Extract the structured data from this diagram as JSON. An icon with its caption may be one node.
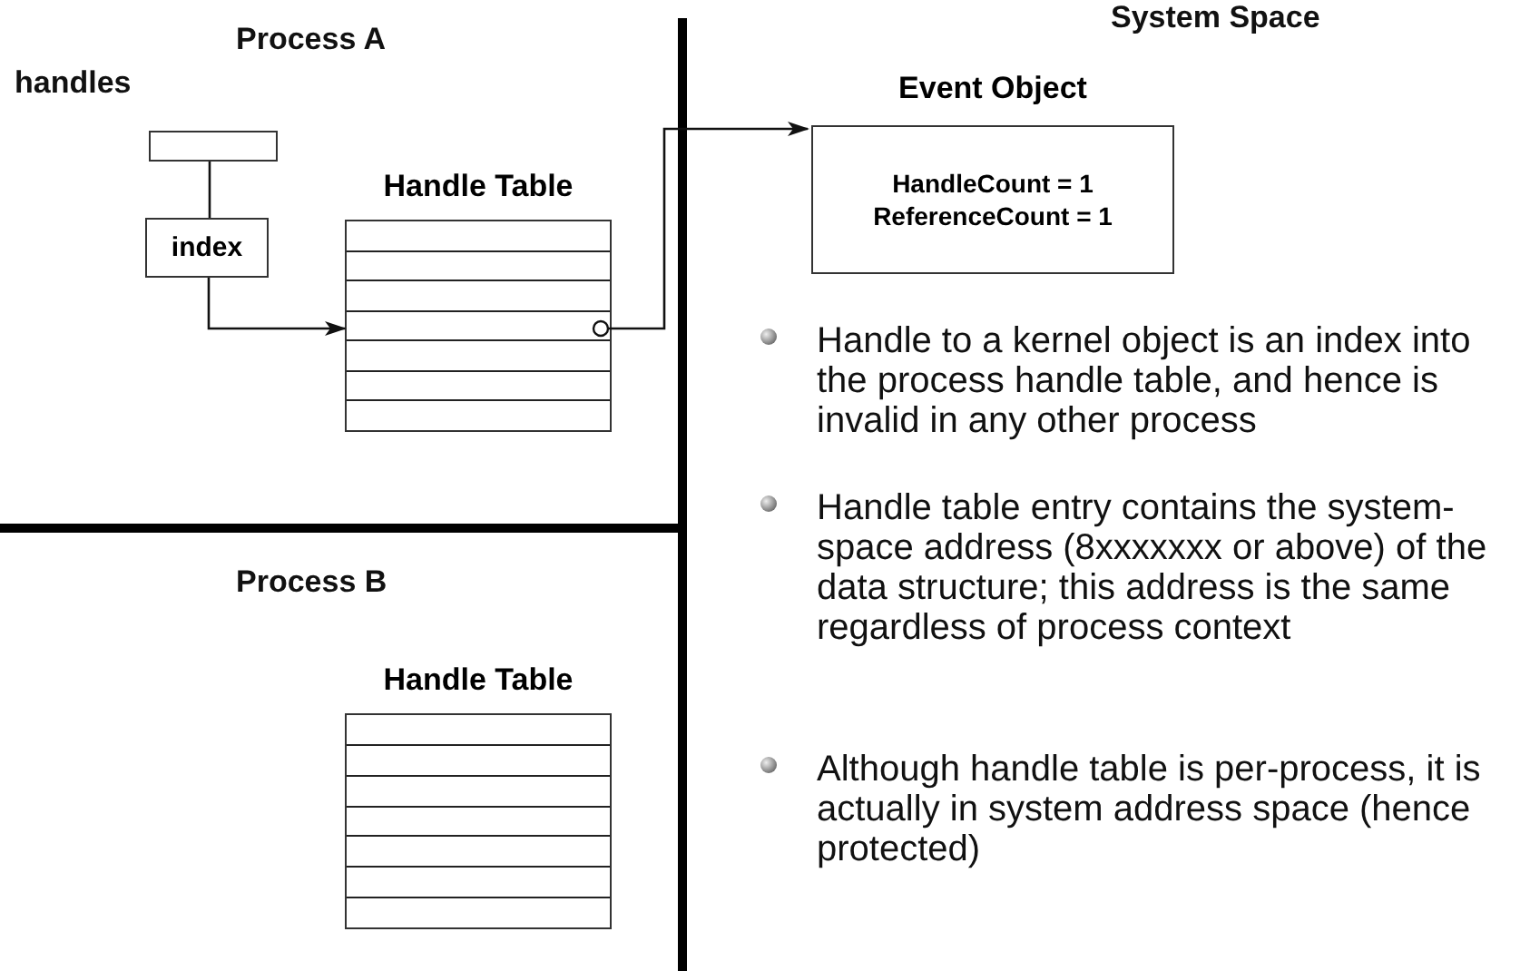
{
  "diagram": {
    "nodes": [
      {
        "text": [],
        "shape": "box",
        "beside": [
          "handles"
        ]
      },
      {
        "text": [
          "index"
        ]
      },
      {
        "text": [
          "Handle Table"
        ]
      },
      {
        "text": [
          "Event Object",
          "HandleCount = 1",
          "ReferenceCount = 1"
        ]
      },
      {
        "text": [
          "Handle Table"
        ]
      }
    ],
    "edges": [
      {
        "from": 0,
        "to": 1,
        "arrow": "none"
      },
      {
        "from": 1,
        "to": 2,
        "arrow": "to"
      },
      {
        "from": 2,
        "to": 3,
        "arrow": "to"
      }
    ],
    "labels": [
      "Process A",
      "System Space",
      "Process B",
      "Handle to a kernel object is an index into the process handle table, and hence is invalid in any other process",
      "Handle table entry contains the system-space address (8xxxxxxx or above) of the data structure; this address is the same regardless of process context",
      "Although handle table is per-process, it is actually in system address space (hence protected)"
    ]
  }
}
